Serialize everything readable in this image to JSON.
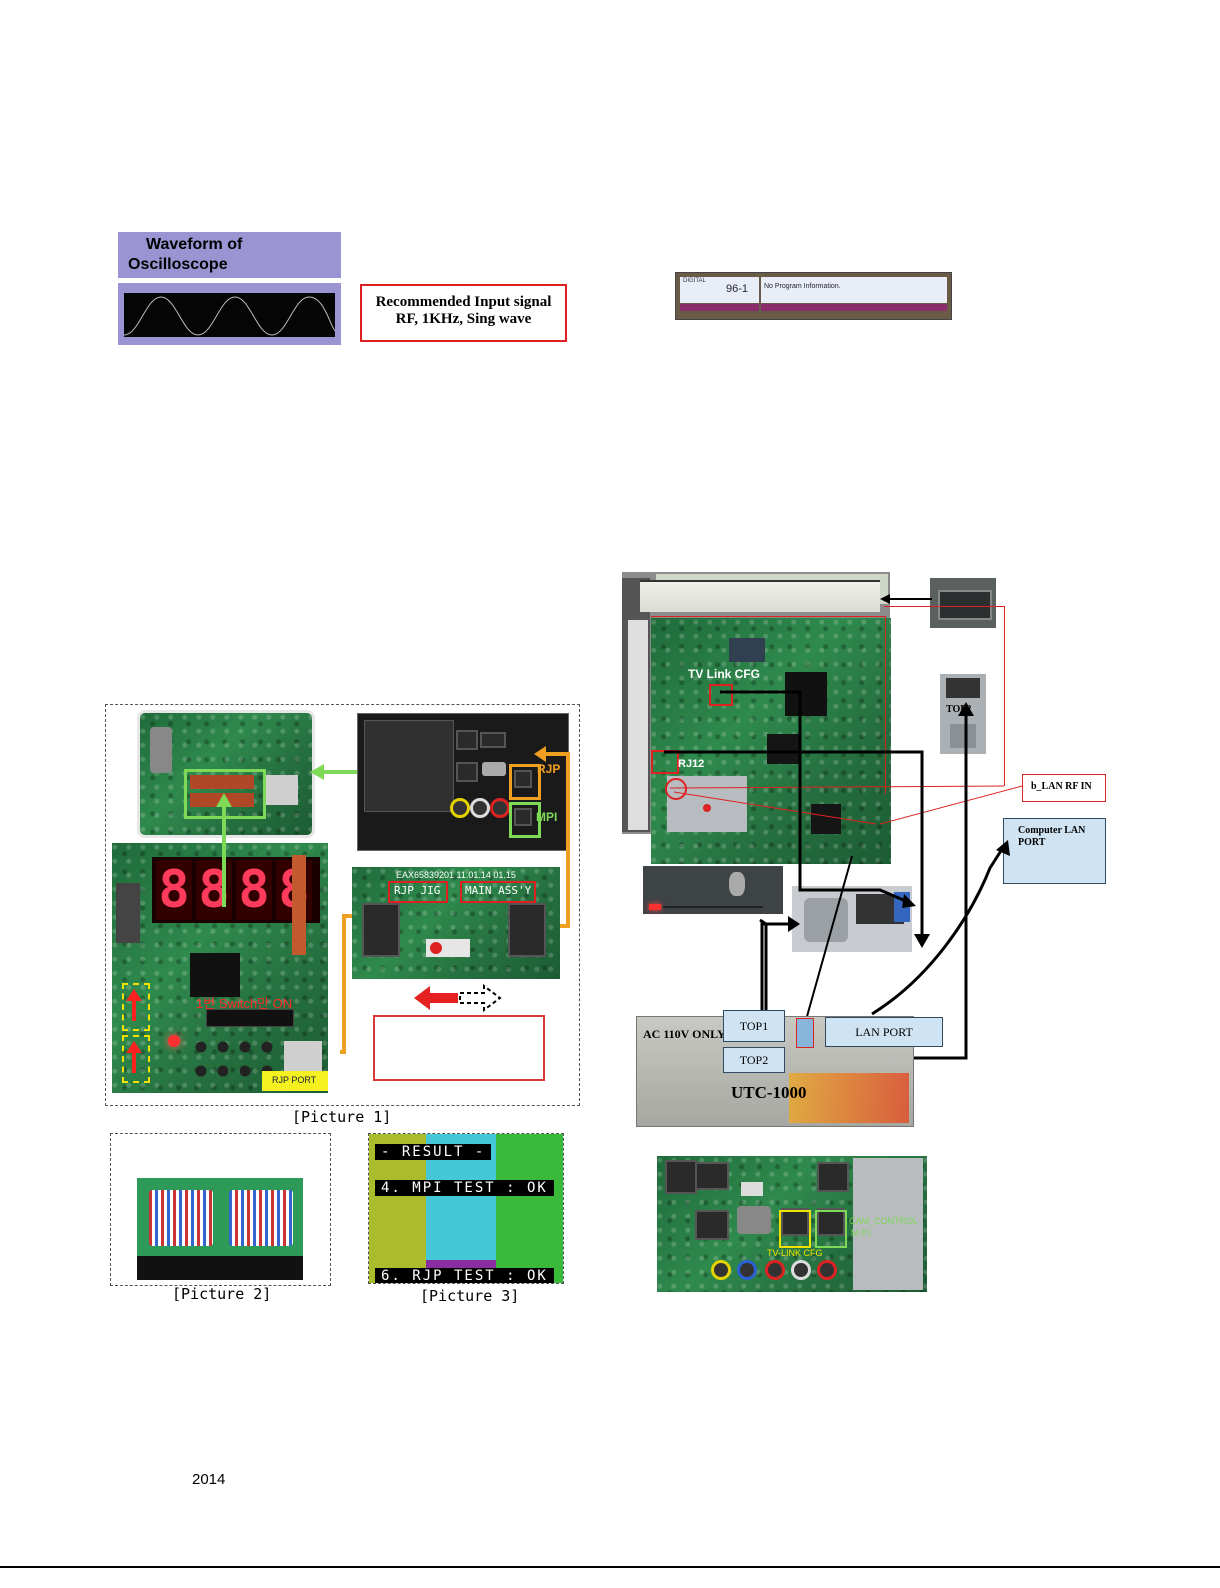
{
  "waveform": {
    "title_line1": "Waveform of",
    "title_line2": "Oscilloscope",
    "title_bg": "#9a95d2"
  },
  "signal_box": {
    "line1": "Recommended Input signal",
    "line2": "RF, 1KHz, Sing wave"
  },
  "tv_osd": {
    "channel_type": "DIGITAL",
    "channel": "96-1",
    "info": "No Program Information."
  },
  "picture1": {
    "rear_labels": {
      "rjp": "RJP",
      "mpi": "MPI"
    },
    "jig_labels": {
      "rjp_jig": "RJP JIG",
      "main_assy": "MAIN ASS'Y"
    },
    "board_text": "EAX65839201 11.01.14 01.15",
    "korean_note": "1번 Switch만 ON",
    "rjp_port": "RJP PORT",
    "seven_seg": [
      "8",
      "8",
      "8",
      "8"
    ],
    "caption": "[Picture 1]"
  },
  "picture2": {
    "caption": "[Picture 2]"
  },
  "picture3": {
    "result": "- RESULT -",
    "line1": "4. MPI TEST : OK",
    "line2": "6. RJP TEST : OK",
    "caption": "[Picture 3]"
  },
  "diagram": {
    "tv_link_cfg": "TV Link CFG",
    "rj12": "RJ12",
    "top2_top": "TOP2",
    "b_lan_rf_in": "b_LAN RF IN",
    "computer_lan_port": "Computer LAN PORT",
    "top1": "TOP1",
    "top2_bottom": "TOP2",
    "lan_port": "LAN PORT",
    "ac_only": "AC 110V ONLY",
    "utc": "UTC-1000"
  },
  "board_bottom": {
    "tv_link_cfg": "TV-LINK CFG",
    "cam_control": "CAM_CONTROL",
    "mpi": "M.P.I."
  },
  "footer": {
    "year": "2014"
  }
}
